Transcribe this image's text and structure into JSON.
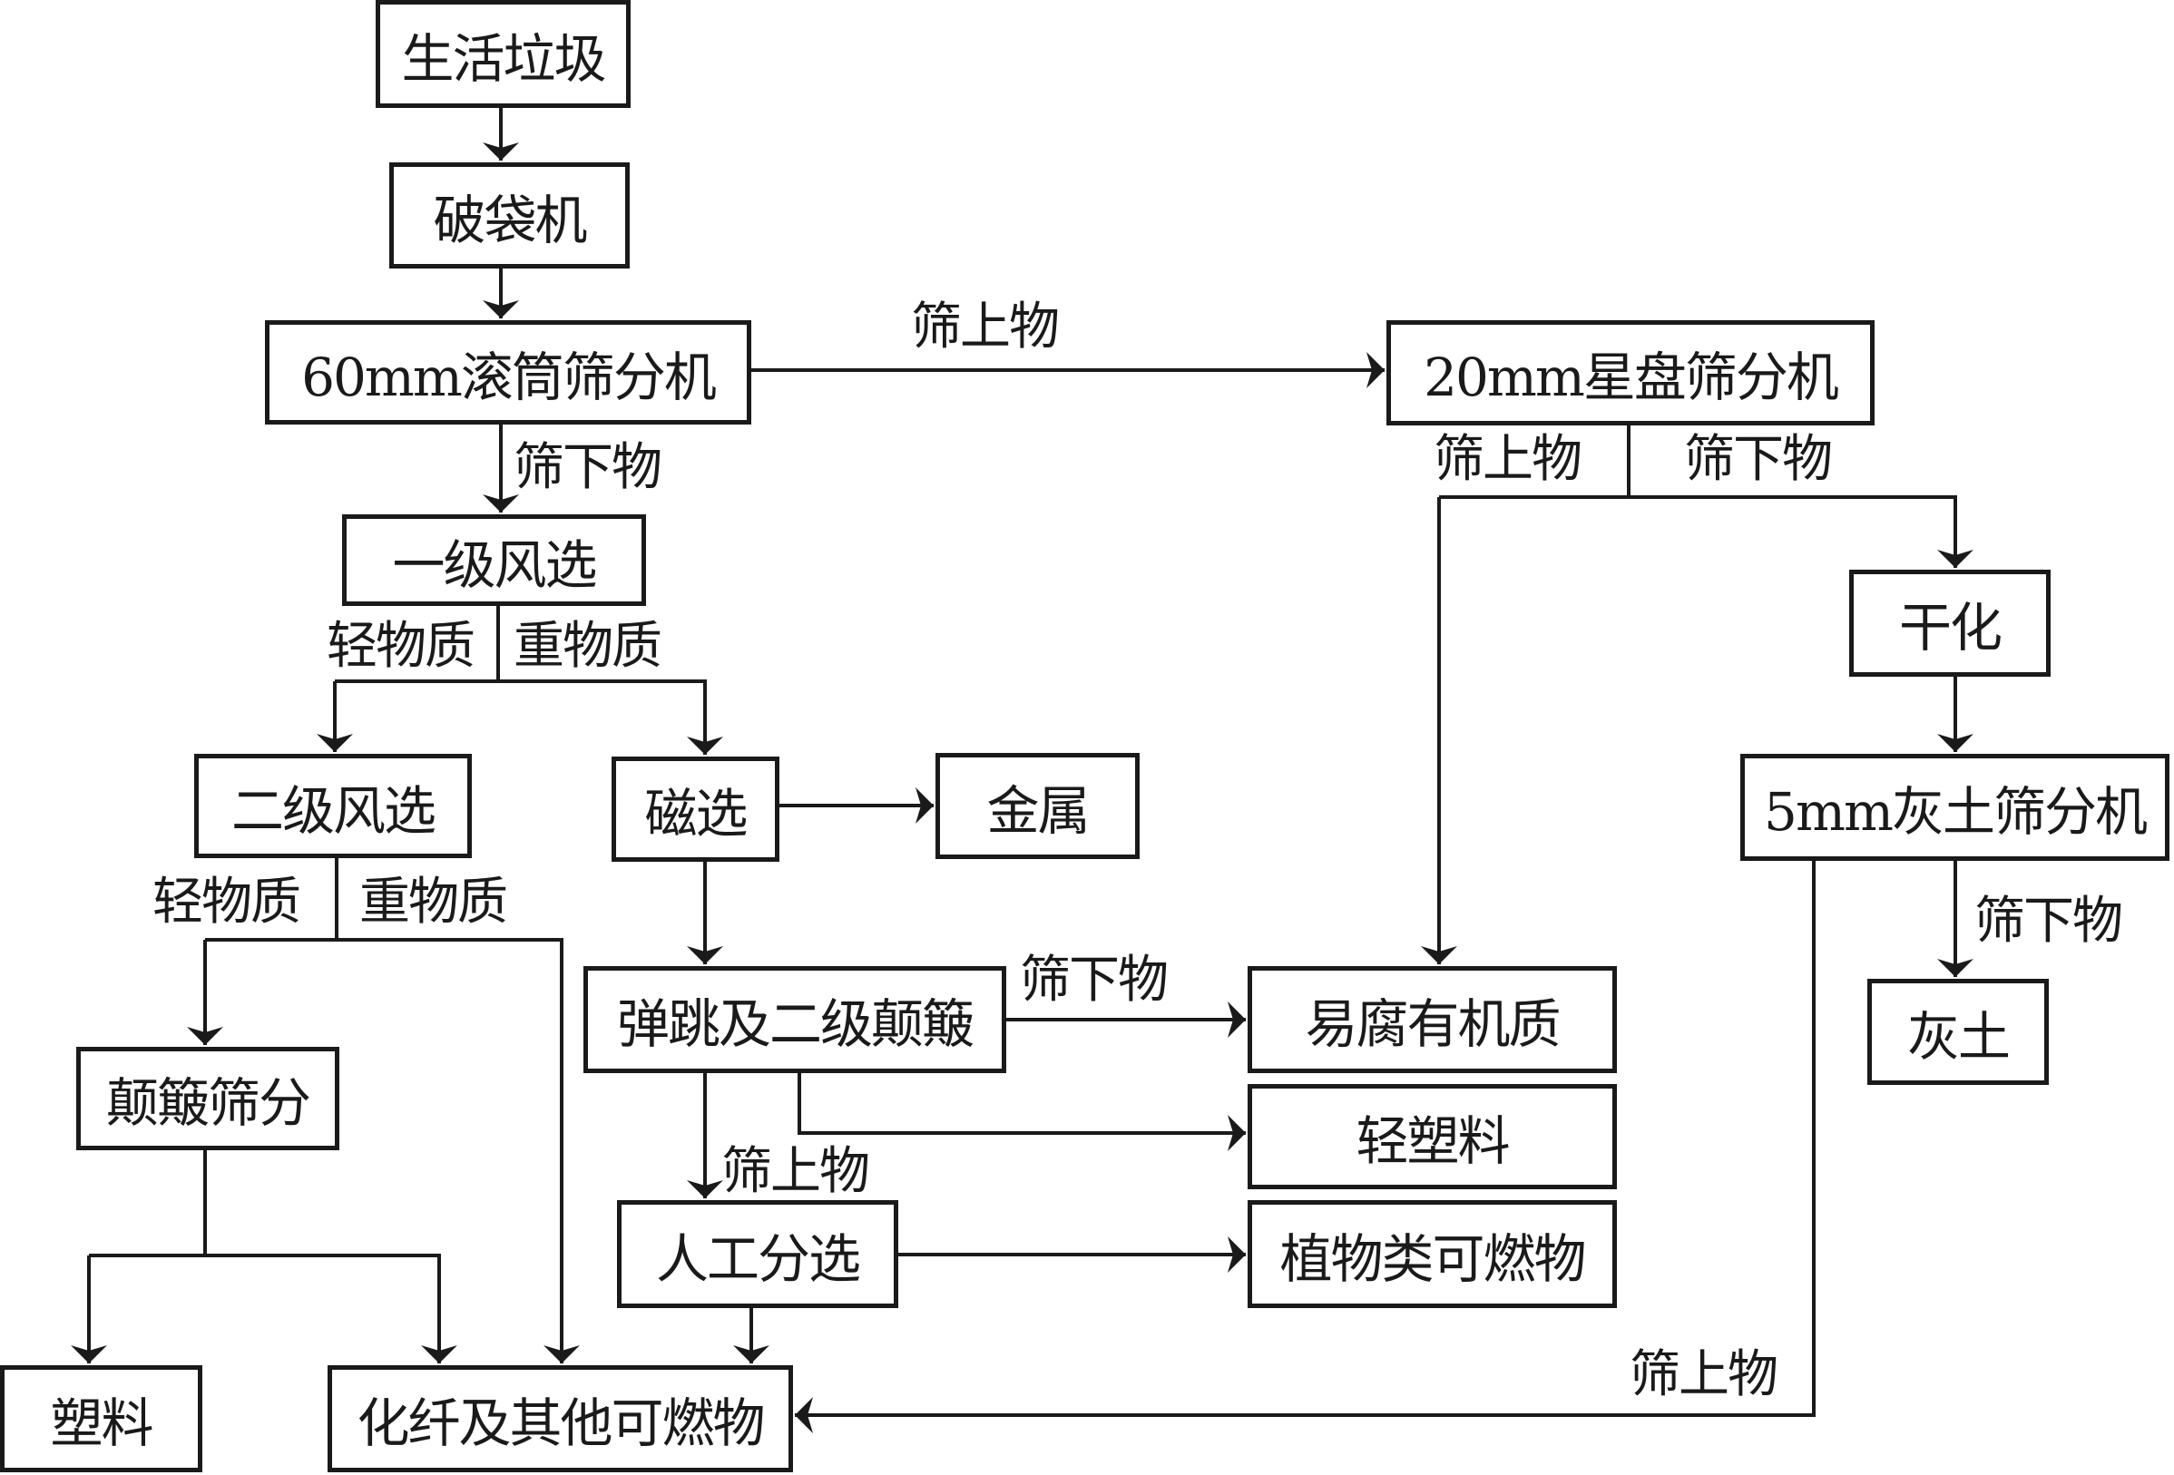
{
  "nodes": {
    "household_waste": "生活垃圾",
    "bag_breaker": "破袋机",
    "trommel_60mm": "60mm滚筒筛分机",
    "primary_air_sep": "一级风选",
    "secondary_air_sep": "二级风选",
    "magnetic_sep": "磁选",
    "metal": "金属",
    "star_screen_20mm": "20mm星盘筛分机",
    "drying": "干化",
    "soil_screen_5mm": "5mm灰土筛分机",
    "ash_soil": "灰土",
    "ballistic_bump": "弹跳及二级颠簸",
    "perishable_organic": "易腐有机质",
    "light_plastic": "轻塑料",
    "manual_sorting": "人工分选",
    "plant_combustibles": "植物类可燃物",
    "bump_screening": "颠簸筛分",
    "plastic": "塑料",
    "fiber_combustibles": "化纤及其他可燃物"
  },
  "labels": {
    "oversize": "筛上物",
    "undersize": "筛下物",
    "light": "轻物质",
    "heavy": "重物质"
  }
}
